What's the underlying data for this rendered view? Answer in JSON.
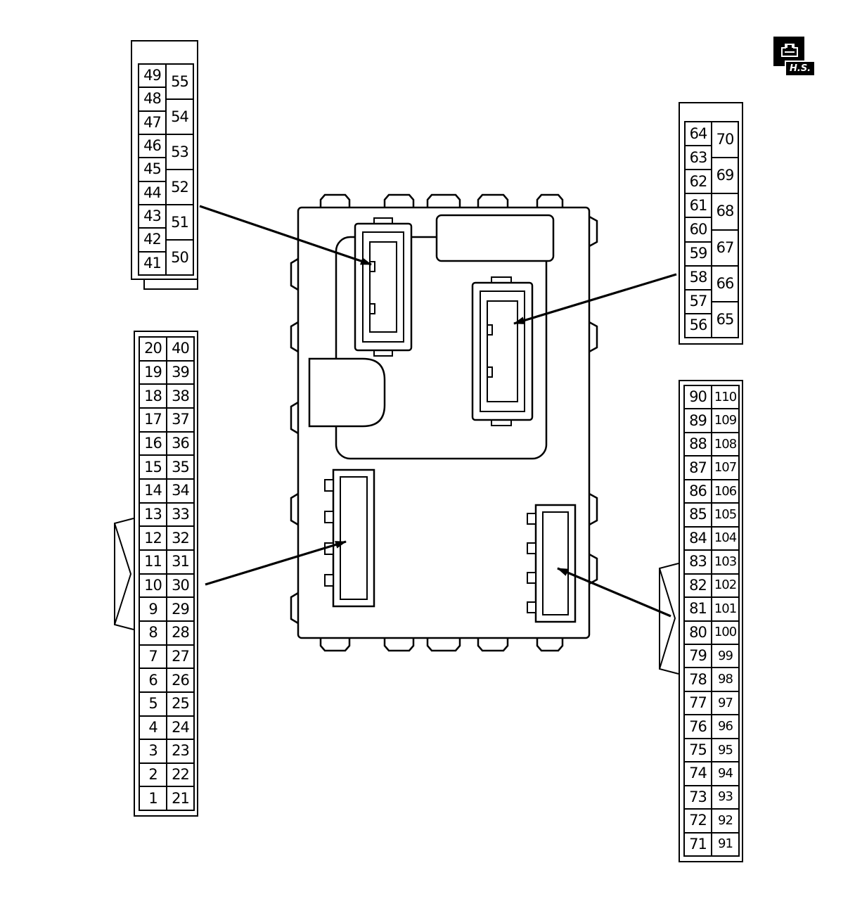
{
  "hs_badge": {
    "label": "H.S."
  },
  "icons": {
    "hs_symbol": "harness-view-connector-icon"
  },
  "connectors": {
    "top_left": {
      "left_pins": [
        "49",
        "48",
        "47",
        "46",
        "45",
        "44",
        "43",
        "42",
        "41"
      ],
      "right_pins": [
        "55",
        "54",
        "53",
        "52",
        "51",
        "50"
      ]
    },
    "right_upper": {
      "left_pins": [
        "64",
        "63",
        "62",
        "61",
        "60",
        "59",
        "58",
        "57",
        "56"
      ],
      "right_pins": [
        "70",
        "69",
        "68",
        "67",
        "66",
        "65"
      ]
    },
    "left_lower": {
      "left_pins": [
        "20",
        "19",
        "18",
        "17",
        "16",
        "15",
        "14",
        "13",
        "12",
        "11",
        "10",
        "9",
        "8",
        "7",
        "6",
        "5",
        "4",
        "3",
        "2",
        "1"
      ],
      "right_pins": [
        "40",
        "39",
        "38",
        "37",
        "36",
        "35",
        "34",
        "33",
        "32",
        "31",
        "30",
        "29",
        "28",
        "27",
        "26",
        "25",
        "24",
        "23",
        "22",
        "21"
      ]
    },
    "right_lower": {
      "left_pins": [
        "90",
        "89",
        "88",
        "87",
        "86",
        "85",
        "84",
        "83",
        "82",
        "81",
        "80",
        "79",
        "78",
        "77",
        "76",
        "75",
        "74",
        "73",
        "72",
        "71"
      ],
      "right_pins": [
        "110",
        "109",
        "108",
        "107",
        "106",
        "105",
        "104",
        "103",
        "102",
        "101",
        "100",
        "99",
        "98",
        "97",
        "96",
        "95",
        "94",
        "93",
        "92",
        "91"
      ]
    }
  }
}
